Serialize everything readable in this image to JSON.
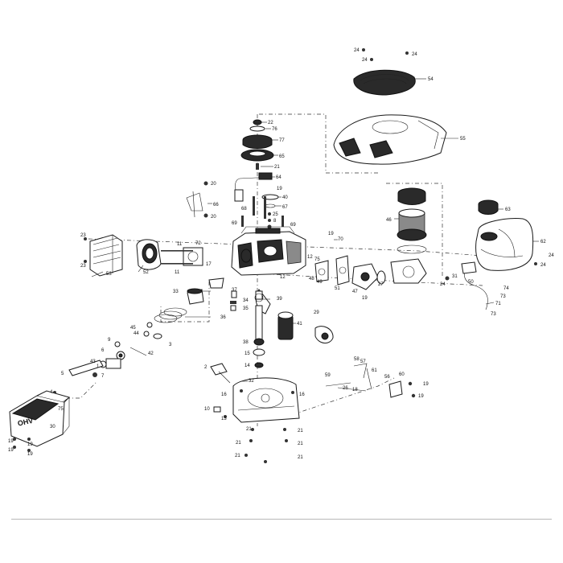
{
  "diagram": {
    "labels": [
      {
        "id": "l24a",
        "text": "24"
      },
      {
        "id": "l24b",
        "text": "24"
      },
      {
        "id": "l24c",
        "text": "24"
      },
      {
        "id": "l54",
        "text": "54"
      },
      {
        "id": "l55",
        "text": "55"
      },
      {
        "id": "l22",
        "text": "22"
      },
      {
        "id": "l76",
        "text": "76"
      },
      {
        "id": "l77",
        "text": "77"
      },
      {
        "id": "l65",
        "text": "65"
      },
      {
        "id": "l21a",
        "text": "21"
      },
      {
        "id": "l64",
        "text": "64"
      },
      {
        "id": "l19a",
        "text": "19"
      },
      {
        "id": "l40",
        "text": "40"
      },
      {
        "id": "l67",
        "text": "67"
      },
      {
        "id": "l25",
        "text": "25"
      },
      {
        "id": "l8",
        "text": "8"
      },
      {
        "id": "l68",
        "text": "68"
      },
      {
        "id": "l69a",
        "text": "69"
      },
      {
        "id": "l69b",
        "text": "69"
      },
      {
        "id": "l20a",
        "text": "20"
      },
      {
        "id": "l66",
        "text": "66"
      },
      {
        "id": "l20b",
        "text": "20"
      },
      {
        "id": "l46",
        "text": "46"
      },
      {
        "id": "l63",
        "text": "63"
      },
      {
        "id": "l62",
        "text": "62"
      },
      {
        "id": "l24d",
        "text": "24"
      },
      {
        "id": "l24e",
        "text": "24"
      },
      {
        "id": "l23a",
        "text": "23"
      },
      {
        "id": "l23b",
        "text": "23"
      },
      {
        "id": "l53",
        "text": "53"
      },
      {
        "id": "l52",
        "text": "52"
      },
      {
        "id": "l11a",
        "text": "11"
      },
      {
        "id": "l11b",
        "text": "11"
      },
      {
        "id": "l72",
        "text": "72"
      },
      {
        "id": "l17",
        "text": "17"
      },
      {
        "id": "l19b",
        "text": "19"
      },
      {
        "id": "l70",
        "text": "70"
      },
      {
        "id": "l12a",
        "text": "12"
      },
      {
        "id": "l12b",
        "text": "12"
      },
      {
        "id": "l75",
        "text": "75"
      },
      {
        "id": "l48",
        "text": "48"
      },
      {
        "id": "l49",
        "text": "49"
      },
      {
        "id": "l51",
        "text": "51"
      },
      {
        "id": "l47",
        "text": "47"
      },
      {
        "id": "l27",
        "text": "27"
      },
      {
        "id": "l24f",
        "text": "24"
      },
      {
        "id": "l31",
        "text": "31"
      },
      {
        "id": "l50",
        "text": "50"
      },
      {
        "id": "l74",
        "text": "74"
      },
      {
        "id": "l73a",
        "text": "73"
      },
      {
        "id": "l71",
        "text": "71"
      },
      {
        "id": "l73b",
        "text": "73"
      },
      {
        "id": "l33",
        "text": "33"
      },
      {
        "id": "l37",
        "text": "37"
      },
      {
        "id": "l34",
        "text": "34"
      },
      {
        "id": "l35",
        "text": "35"
      },
      {
        "id": "l36",
        "text": "36"
      },
      {
        "id": "l39",
        "text": "39"
      },
      {
        "id": "l41",
        "text": "41"
      },
      {
        "id": "l19c",
        "text": "19"
      },
      {
        "id": "l29",
        "text": "29"
      },
      {
        "id": "l45",
        "text": "45"
      },
      {
        "id": "l44",
        "text": "44"
      },
      {
        "id": "l9",
        "text": "9"
      },
      {
        "id": "l3",
        "text": "3"
      },
      {
        "id": "l42",
        "text": "42"
      },
      {
        "id": "l6",
        "text": "6"
      },
      {
        "id": "l43",
        "text": "43"
      },
      {
        "id": "l1",
        "text": "1"
      },
      {
        "id": "l7",
        "text": "7"
      },
      {
        "id": "l5",
        "text": "5"
      },
      {
        "id": "l4",
        "text": "4"
      },
      {
        "id": "l38",
        "text": "38"
      },
      {
        "id": "l15",
        "text": "15"
      },
      {
        "id": "l14",
        "text": "14"
      },
      {
        "id": "l2",
        "text": "2"
      },
      {
        "id": "l32",
        "text": "32"
      },
      {
        "id": "l16a",
        "text": "16"
      },
      {
        "id": "l16b",
        "text": "16"
      },
      {
        "id": "l10",
        "text": "10"
      },
      {
        "id": "l13",
        "text": "13"
      },
      {
        "id": "l58",
        "text": "58"
      },
      {
        "id": "l57",
        "text": "57"
      },
      {
        "id": "l61",
        "text": "61"
      },
      {
        "id": "l59",
        "text": "59"
      },
      {
        "id": "l26",
        "text": "26"
      },
      {
        "id": "l18",
        "text": "18"
      },
      {
        "id": "l56",
        "text": "56"
      },
      {
        "id": "l60",
        "text": "60"
      },
      {
        "id": "l19d",
        "text": "19"
      },
      {
        "id": "l19e",
        "text": "19"
      },
      {
        "id": "l75b",
        "text": "75"
      },
      {
        "id": "l30",
        "text": "30"
      },
      {
        "id": "l19f",
        "text": "19"
      },
      {
        "id": "l19g",
        "text": "19"
      },
      {
        "id": "l19h",
        "text": "19"
      },
      {
        "id": "l19i",
        "text": "19"
      },
      {
        "id": "l21b",
        "text": "21"
      },
      {
        "id": "l21c",
        "text": "21"
      },
      {
        "id": "l21d",
        "text": "21"
      },
      {
        "id": "l21e",
        "text": "21"
      },
      {
        "id": "l21f",
        "text": "21"
      },
      {
        "id": "l21g",
        "text": "21"
      }
    ],
    "cover_logo": "OHV"
  }
}
